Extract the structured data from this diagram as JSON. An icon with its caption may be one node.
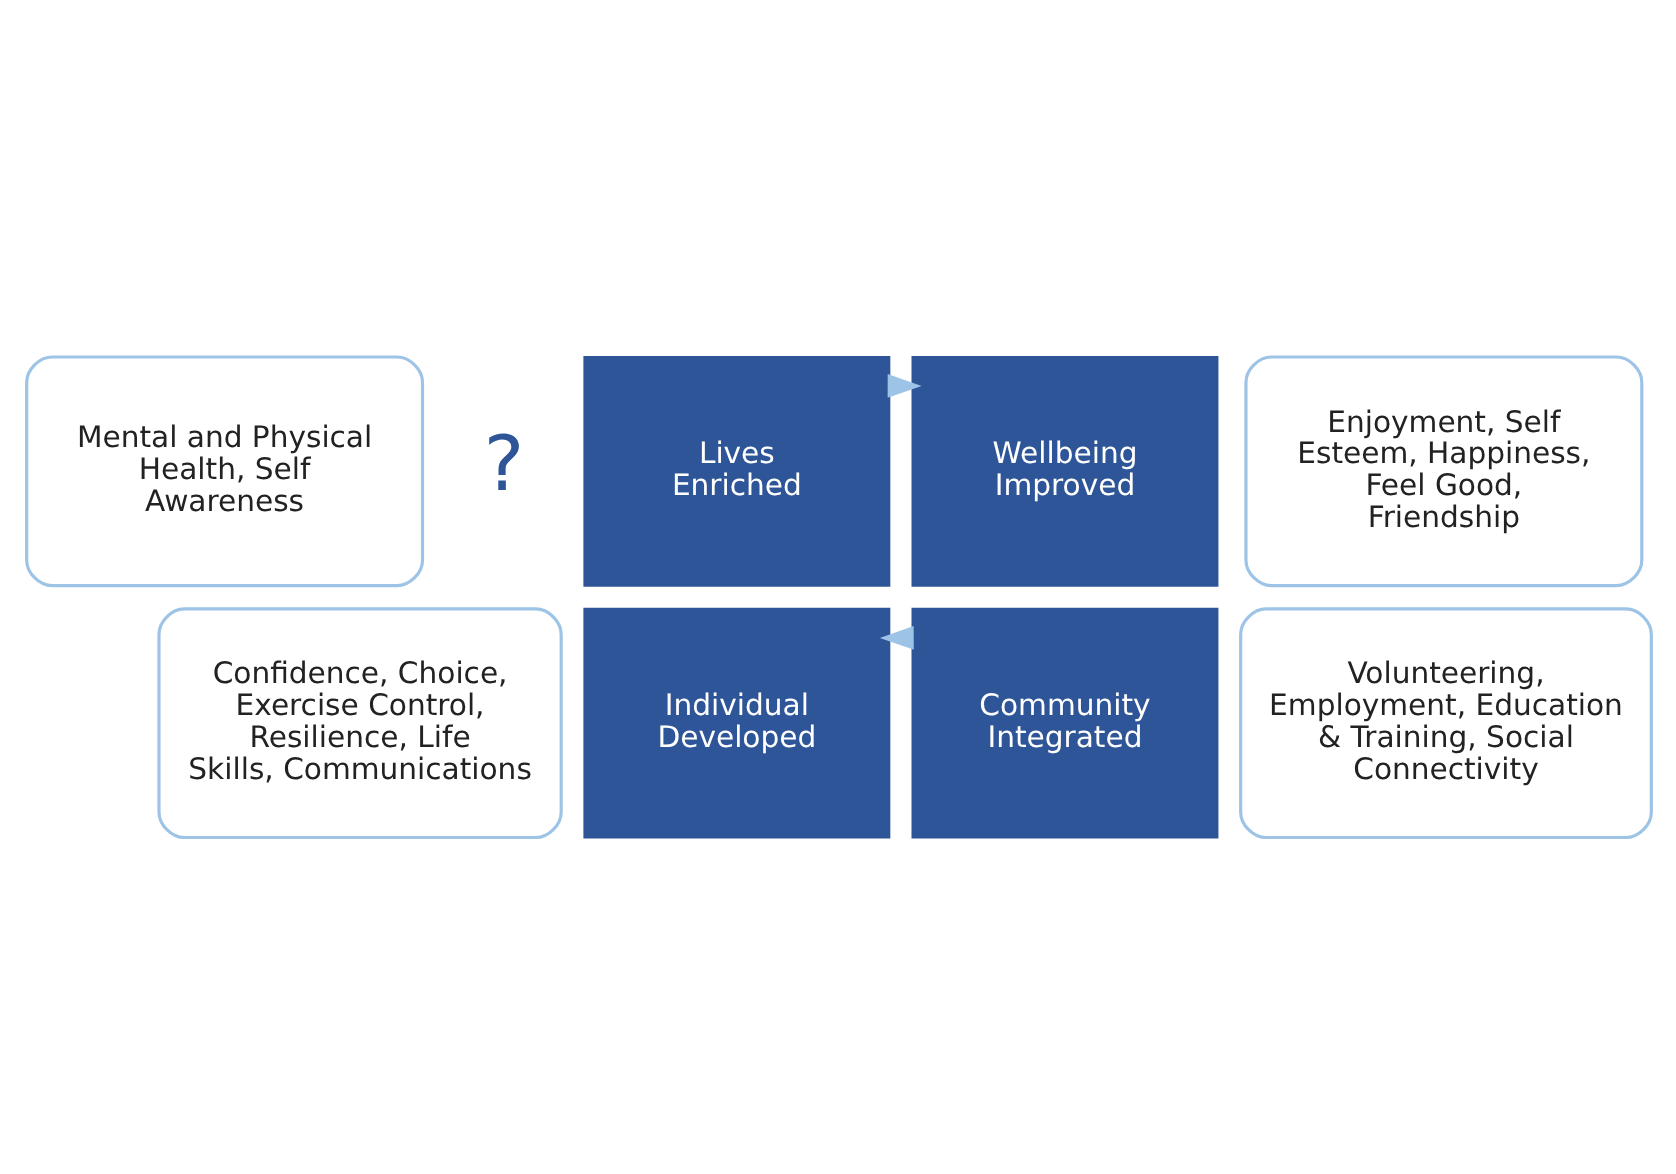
{
  "diagram": {
    "nodes": [
      {
        "text": [
          "Mental and Physical Health, Self Awareness"
        ]
      },
      {
        "text": [
          "Enjoyment, Self Esteem, Happiness, Feel Good, Friendship"
        ]
      },
      {
        "text": [
          "Lives Enriched"
        ]
      },
      {
        "text": [
          "Wellbeing Improved"
        ]
      },
      {
        "text": [
          "Individual Developed"
        ]
      },
      {
        "text": [
          "Community Integrated"
        ]
      },
      {
        "text": [
          "Confidence, Choice, Exercise Control, Resilience, Life Skills, Communications"
        ]
      },
      {
        "text": [
          "Volunteering, Employment, Education & Training, Social Connectivity"
        ]
      }
    ],
    "edges": [
      {
        "from": 2,
        "to": 3,
        "arrow": "to"
      },
      {
        "from": 5,
        "to": 4,
        "arrow": "to"
      }
    ],
    "labels": [
      "?"
    ]
  }
}
